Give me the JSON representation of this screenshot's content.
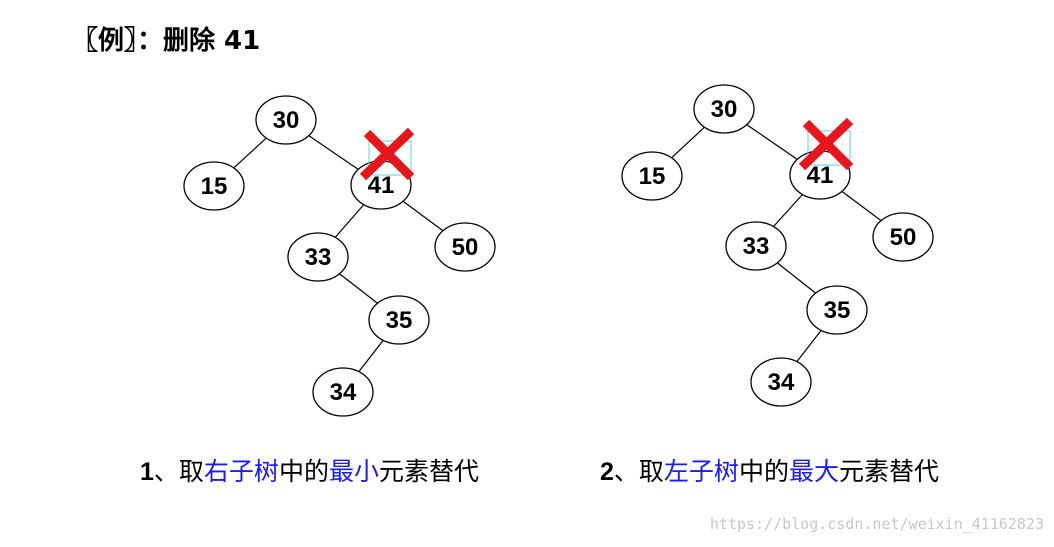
{
  "title": "〖例〗：删除 41",
  "trees": [
    {
      "nodes": [
        {
          "id": "n30",
          "label": "30"
        },
        {
          "id": "n15",
          "label": "15"
        },
        {
          "id": "n41",
          "label": "41"
        },
        {
          "id": "n33",
          "label": "33"
        },
        {
          "id": "n50",
          "label": "50"
        },
        {
          "id": "n35",
          "label": "35"
        },
        {
          "id": "n34",
          "label": "34"
        }
      ],
      "edges": [
        [
          "n30",
          "n15"
        ],
        [
          "n30",
          "n41"
        ],
        [
          "n41",
          "n33"
        ],
        [
          "n41",
          "n50"
        ],
        [
          "n33",
          "n35"
        ],
        [
          "n35",
          "n34"
        ]
      ],
      "deleted": "n41"
    },
    {
      "nodes": [
        {
          "id": "n30",
          "label": "30"
        },
        {
          "id": "n15",
          "label": "15"
        },
        {
          "id": "n41",
          "label": "41"
        },
        {
          "id": "n33",
          "label": "33"
        },
        {
          "id": "n50",
          "label": "50"
        },
        {
          "id": "n35",
          "label": "35"
        },
        {
          "id": "n34",
          "label": "34"
        }
      ],
      "edges": [
        [
          "n30",
          "n15"
        ],
        [
          "n30",
          "n41"
        ],
        [
          "n41",
          "n33"
        ],
        [
          "n41",
          "n50"
        ],
        [
          "n33",
          "n35"
        ],
        [
          "n35",
          "n34"
        ]
      ],
      "deleted": "n41"
    }
  ],
  "captions": [
    {
      "num": "1",
      "pre": "、取",
      "hl1": "右子树",
      "mid": "中的",
      "hl2": "最小",
      "post": "元素替代"
    },
    {
      "num": "2",
      "pre": "、取",
      "hl1": "左子树",
      "mid": "中的",
      "hl2": "最大",
      "post": "元素替代"
    }
  ],
  "watermark": "https://blog.csdn.net/weixin_41162823",
  "colors": {
    "highlight": "#1a1aff",
    "cross": "#e8161b",
    "text": "#000000"
  }
}
